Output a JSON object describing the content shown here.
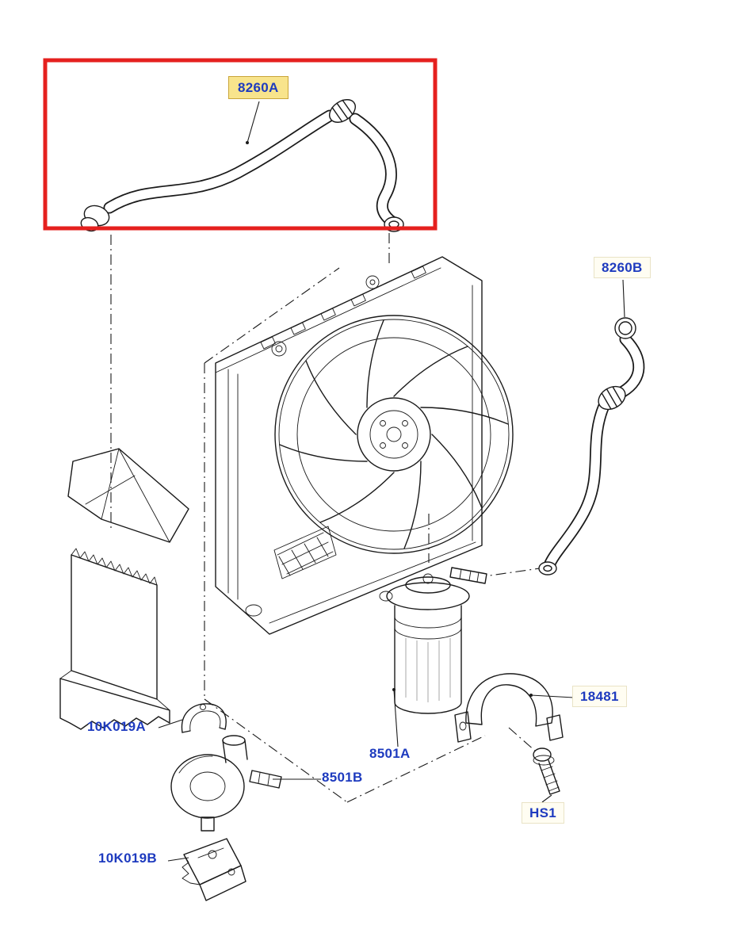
{
  "colors": {
    "label_text": "#1e3bbf",
    "highlight_border": "#e5201e",
    "selected_bg": "#f8e48c",
    "selected_border": "#c9a53a",
    "boxed_bg": "#fffdf2",
    "boxed_border": "#e9e3c6",
    "line_art": "#1a1a1a"
  },
  "selection": {
    "highlighted_part": "8260A"
  },
  "labels": [
    {
      "id": "8260A",
      "text": "8260A",
      "style": "selected"
    },
    {
      "id": "8260B",
      "text": "8260B",
      "style": "boxed"
    },
    {
      "id": "10K019A",
      "text": "10K019A",
      "style": "plain"
    },
    {
      "id": "8501B",
      "text": "8501B",
      "style": "plain"
    },
    {
      "id": "8501A",
      "text": "8501A",
      "style": "plain"
    },
    {
      "id": "18481",
      "text": "18481",
      "style": "boxed"
    },
    {
      "id": "HS1",
      "text": "HS1",
      "style": "boxed"
    },
    {
      "id": "10K019B",
      "text": "10K019B",
      "style": "plain"
    }
  ]
}
